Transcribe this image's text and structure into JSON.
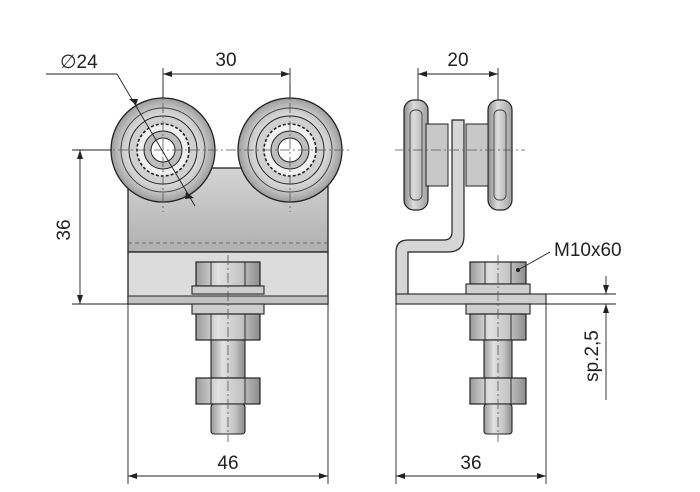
{
  "dimensions": {
    "roller_diameter": "∅24",
    "roller_spacing": "30",
    "height": "36",
    "base_width": "46",
    "side_width": "20",
    "side_depth": "36",
    "bolt": "M10x60",
    "plate_thickness": "sp.2,5"
  },
  "colors": {
    "metal_light": "#d8d8d8",
    "metal_mid": "#b4b4b4",
    "metal_dark": "#8a8a8a",
    "line": "#222222"
  }
}
